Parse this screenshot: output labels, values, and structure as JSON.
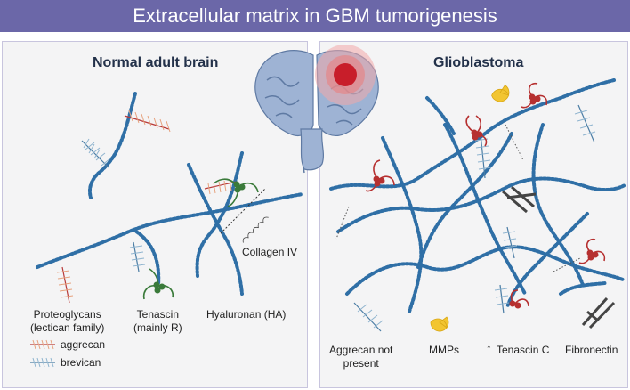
{
  "title": "Extracellular matrix in GBM tumorigenesis",
  "left_panel": {
    "title": "Normal adult brain",
    "labels": {
      "collagen": "Collagen IV",
      "proteoglycans": "Proteoglycans\n(lectican family)",
      "tenascin": "Tenascin\n(mainly R)",
      "hyaluronan": "Hyaluronan (HA)"
    },
    "legend": [
      {
        "label": "aggrecan",
        "color": "#e6a27e"
      },
      {
        "label": "brevican",
        "color": "#8fb4cf"
      }
    ]
  },
  "right_panel": {
    "title": "Glioblastoma",
    "labels": {
      "aggrecan": "Aggrecan not\npresent",
      "mmps": "MMPs",
      "tenascin_c": "Tenascin C",
      "tenascin_c_arrow": "↑",
      "fibronectin": "Fibronectin"
    }
  },
  "colors": {
    "header": "#6b67a8",
    "hyaluronan": "#2f6fa6",
    "tenascin_normal": "#3a7a3a",
    "tenascin_gbm": "#b63030",
    "mmp": "#f2c531",
    "brain": "#9eb3d4",
    "tumor": "#d03a3a"
  }
}
